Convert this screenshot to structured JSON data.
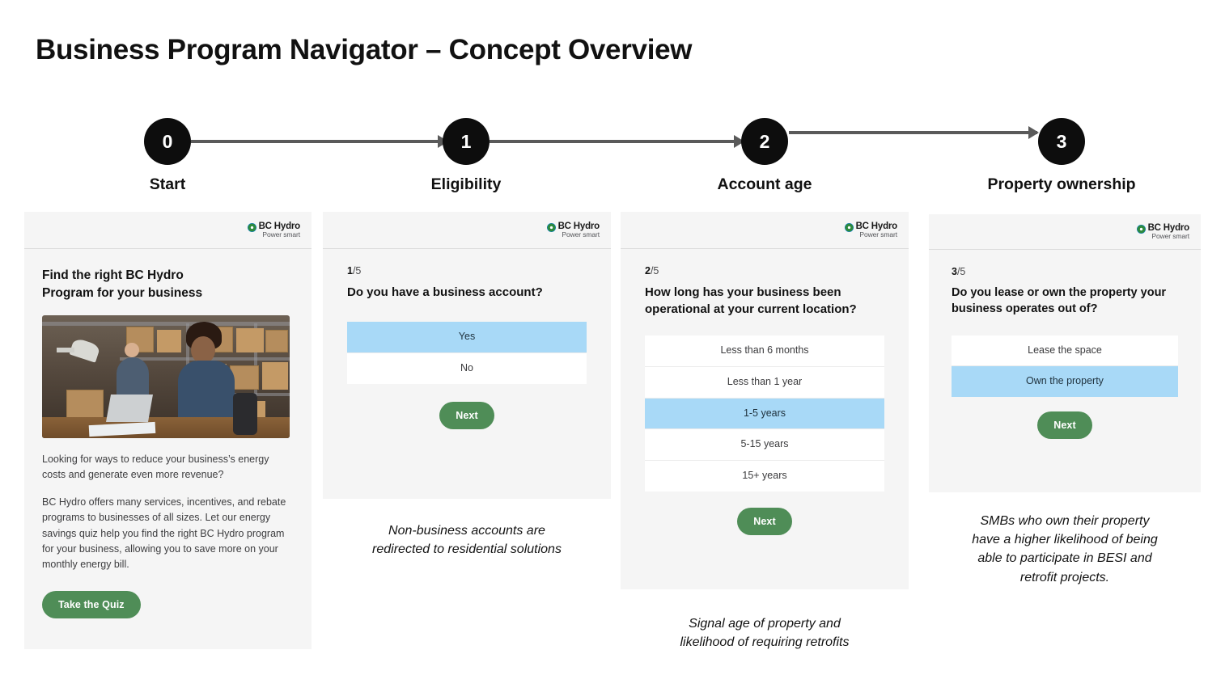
{
  "page": {
    "title": "Business Program Navigator – Concept Overview"
  },
  "flow": {
    "steps": [
      {
        "number": "0",
        "label": "Start"
      },
      {
        "number": "1",
        "label": "Eligibility"
      },
      {
        "number": "2",
        "label": "Account age"
      },
      {
        "number": "3",
        "label": "Property ownership"
      }
    ],
    "node_color": "#0d0d0d",
    "connector_color": "#5a5a5a"
  },
  "brand": {
    "name": "BC Hydro",
    "tagline": "Power smart",
    "logo_icon": "bc-hydro-circle-icon",
    "green": "#2d8a3e",
    "blue": "#0f7fc4",
    "button_green": "#4f8d57",
    "selected_blue": "#a8d9f7"
  },
  "cards": [
    {
      "id": "start",
      "heading": "Find the right BC Hydro\nProgram for your business",
      "image_alt": "warehouse-photo",
      "paragraph1": "Looking for ways to reduce your business’s energy costs and generate even more revenue?",
      "paragraph2": "BC Hydro offers many services, incentives, and rebate programs to businesses of all sizes. Let our energy savings quiz help you find the right BC Hydro program for your business, allowing you to save more on your monthly energy bill.",
      "cta": "Take the Quiz"
    },
    {
      "id": "eligibility",
      "step_current": "1",
      "step_total": "/5",
      "question": "Do you have a business account?",
      "options": [
        {
          "label": "Yes",
          "selected": true
        },
        {
          "label": "No",
          "selected": false
        }
      ],
      "next": "Next",
      "caption": "Non-business accounts are\nredirected to residential solutions"
    },
    {
      "id": "account-age",
      "step_current": "2",
      "step_total": "/5",
      "question": "How long has your business been operational at your current location?",
      "options": [
        {
          "label": "Less than 6 months",
          "selected": false
        },
        {
          "label": "Less than 1 year",
          "selected": false
        },
        {
          "label": "1-5 years",
          "selected": true
        },
        {
          "label": "5-15 years",
          "selected": false
        },
        {
          "label": "15+ years",
          "selected": false
        }
      ],
      "next": "Next",
      "caption": "Signal age of property and\nlikelihood of requiring retrofits"
    },
    {
      "id": "property-ownership",
      "step_current": "3",
      "step_total": "/5",
      "question": "Do you lease or own the property your business operates out of?",
      "options": [
        {
          "label": "Lease the space",
          "selected": false
        },
        {
          "label": "Own the property",
          "selected": true
        }
      ],
      "next": "Next",
      "caption": "SMBs who own their property\nhave a higher likelihood of being\nable to participate in BESI and\nretrofit projects."
    }
  ]
}
